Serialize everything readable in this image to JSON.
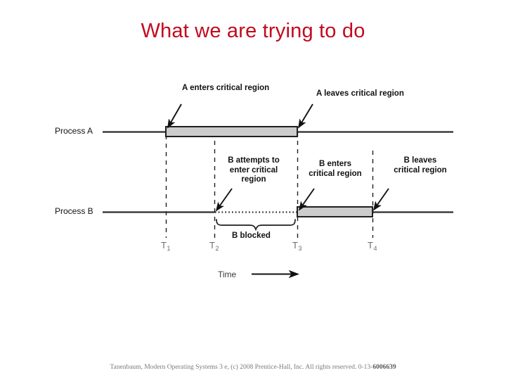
{
  "slide": {
    "title": "What we are trying to do",
    "title_color": "#c20a1e",
    "background": "#ffffff"
  },
  "figure": {
    "name": "mutual-exclusion-timing-diagram",
    "rows": [
      {
        "id": "process-a",
        "label": "Process A"
      },
      {
        "id": "process-b",
        "label": "Process B"
      }
    ],
    "callouts": [
      {
        "id": "a-enters",
        "text": "A enters critical region"
      },
      {
        "id": "a-leaves",
        "text": "A leaves critical region"
      },
      {
        "id": "b-attempts",
        "text": "B attempts to\nenter critical\nregion"
      },
      {
        "id": "b-enters",
        "text": "B enters\ncritical region"
      },
      {
        "id": "b-leaves",
        "text": "B leaves\ncritical region"
      }
    ],
    "blocked_label": "B blocked",
    "time_label": "Time",
    "ticks": [
      {
        "id": "t1",
        "base": "T",
        "sub": "1"
      },
      {
        "id": "t2",
        "base": "T",
        "sub": "2"
      },
      {
        "id": "t3",
        "base": "T",
        "sub": "3"
      },
      {
        "id": "t4",
        "base": "T",
        "sub": "4"
      }
    ],
    "colors": {
      "critical_region_fill": "#cccccc",
      "line": "#2b2b2b",
      "tick_text": "#6d6d6d"
    }
  },
  "footer": {
    "text_plain": "Tanenbaum, Modern Operating Systems 3 e, (c) 2008 Prentice-Hall, Inc. All rights reserved. 0-13-",
    "isbn_bold": "6006639"
  }
}
